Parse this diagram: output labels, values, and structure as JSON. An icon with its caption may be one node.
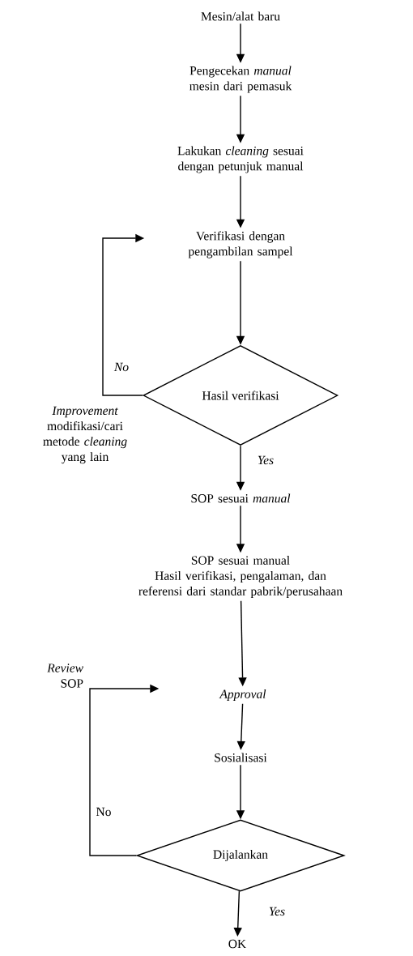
{
  "diagram": {
    "nodes": [
      {
        "text": [
          "Mesin/alat baru"
        ]
      },
      {
        "text": [
          "Pengecekan *manual* mesin dari pemasuk"
        ]
      },
      {
        "text": [
          "Lakukan *cleaning* sesuai dengan petunjuk manual"
        ]
      },
      {
        "text": [
          "Verifikasi dengan pengambilan sampel"
        ]
      },
      {
        "text": [
          "Hasil verifikasi"
        ]
      },
      {
        "text": [
          "SOP sesuai *manual*"
        ]
      },
      {
        "text": [
          "SOP sesuai manual",
          "Hasil verifikasi, pengalaman, dan referensi dari standar pabrik/perusahaan"
        ]
      },
      {
        "text": [
          "Approval"
        ]
      },
      {
        "text": [
          "Sosialisasi"
        ]
      },
      {
        "text": [
          "Dijalankan"
        ]
      },
      {
        "text": [
          "OK"
        ]
      }
    ],
    "edges": [
      {
        "from": 0,
        "to": 1,
        "arrow": "to"
      },
      {
        "from": 1,
        "to": 2,
        "arrow": "to"
      },
      {
        "from": 2,
        "to": 3,
        "arrow": "to"
      },
      {
        "from": 3,
        "to": 4,
        "arrow": "to"
      },
      {
        "from": 4,
        "to": 5,
        "arrow": "to",
        "label": "Yes"
      },
      {
        "from": 4,
        "to": 3,
        "arrow": "to",
        "label": "No"
      },
      {
        "from": 5,
        "to": 6,
        "arrow": "to"
      },
      {
        "from": 6,
        "to": 7,
        "arrow": "to"
      },
      {
        "from": 7,
        "to": 8,
        "arrow": "to"
      },
      {
        "from": 8,
        "to": 9,
        "arrow": "to"
      },
      {
        "from": 9,
        "to": 10,
        "arrow": "to",
        "label": "Yes"
      },
      {
        "from": 9,
        "to": 7,
        "arrow": "to",
        "label": "No"
      }
    ],
    "labels": [
      "*Improvement* modifikasi/cari metode *cleaning* yang lain",
      "*Review* SOP"
    ]
  }
}
